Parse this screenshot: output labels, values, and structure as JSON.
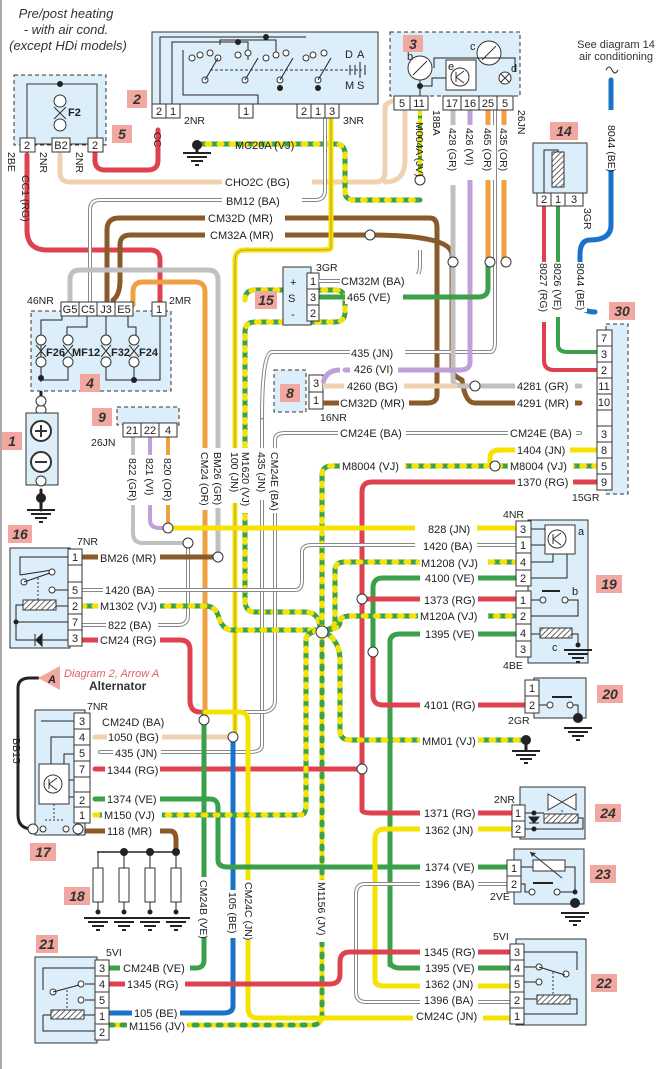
{
  "title": {
    "line1": "Pre/post heating",
    "line2": "- with air cond.",
    "line3": "(except HDi models)"
  },
  "note_top_right": {
    "line1": "See diagram 14",
    "line2": "air conditioning"
  },
  "alternator_ref": {
    "arrow_letter": "A",
    "reference": "Diagram 2, Arrow A",
    "label": "Alternator"
  },
  "components": {
    "c1": {
      "number": "1",
      "name": "battery"
    },
    "c2": {
      "number": "2",
      "name": "ignition switch",
      "switch_labels": [
        "D",
        "A",
        "M",
        "S"
      ]
    },
    "c3": {
      "number": "3",
      "name": "instrument panel",
      "sub_labels": [
        "b",
        "c",
        "d",
        "e"
      ]
    },
    "c4": {
      "number": "4",
      "name": "fuse box",
      "fuses": [
        "F26",
        "MF12",
        "F32",
        "F24"
      ]
    },
    "c5": {
      "number": "5",
      "name": "fuse",
      "fuse": "F2"
    },
    "c8": {
      "number": "8"
    },
    "c9": {
      "number": "9"
    },
    "c14": {
      "number": "14"
    },
    "c15": {
      "number": "15",
      "pin_labels": [
        "+",
        "S",
        "-"
      ]
    },
    "c16": {
      "number": "16"
    },
    "c17": {
      "number": "17"
    },
    "c18": {
      "number": "18"
    },
    "c19": {
      "number": "19",
      "sub_labels": [
        "a",
        "b",
        "c"
      ]
    },
    "c20": {
      "number": "20"
    },
    "c21": {
      "number": "21"
    },
    "c22": {
      "number": "22"
    },
    "c23": {
      "number": "23"
    },
    "c24": {
      "number": "24"
    },
    "c30": {
      "number": "30"
    }
  },
  "connectors": {
    "c5_left": "2BE",
    "c5_mid": "2NR",
    "c5_right": "2NR",
    "c2_left": "2NR",
    "c2_right": "3NR",
    "c3_a": "18BA",
    "c3_b": "26JN",
    "c14": "3GR",
    "c4_left": "46NR",
    "c4_right": "2MR",
    "c15": "3GR",
    "c8": "16NR",
    "c9": "26JN",
    "c30": "15GR",
    "c16": "7NR",
    "c19_top": "4NR",
    "c19_bottom": "4BE",
    "c20": "2GR",
    "c17": "7NR",
    "c24": "2NR",
    "c23": "2VE",
    "c22": "5VI",
    "c21": "5VI"
  },
  "pins": {
    "c5": [
      "2",
      "B2",
      "2"
    ],
    "c2_left": [
      "2",
      "1"
    ],
    "c2_mid": [
      "1"
    ],
    "c2_right": [
      "2",
      "1",
      "3"
    ],
    "c3": [
      "5",
      "11",
      "17",
      "16",
      "25",
      "5"
    ],
    "c14": [
      "2",
      "1",
      "3"
    ],
    "c4": [
      "G5",
      "C5",
      "J3",
      "E5",
      "1"
    ],
    "c15": [
      "1",
      "3",
      "2"
    ],
    "c8": [
      "3",
      "1"
    ],
    "c9": [
      "21",
      "22",
      "4"
    ],
    "c30": [
      "7",
      "3",
      "2",
      "11",
      "10",
      "",
      "3",
      "8",
      "5",
      "9"
    ],
    "c16": [
      "1",
      "",
      "5",
      "2",
      "7",
      "3"
    ],
    "c19": [
      "3",
      "1",
      "4",
      "2",
      "1",
      "2",
      "4",
      "3"
    ],
    "c20": [
      "1",
      "2"
    ],
    "c17": [
      "3",
      "4",
      "5",
      "7",
      "",
      "2",
      "1"
    ],
    "c24": [
      "1",
      "2"
    ],
    "c23": [
      "1",
      "2"
    ],
    "c22": [
      "3",
      "4",
      "5",
      "2",
      "1"
    ],
    "c21": [
      "3",
      "4",
      "5",
      "1",
      "2"
    ]
  },
  "wires": {
    "cc": "CC",
    "cc1": "CC1 (RG)",
    "mc20a": "MC20A (VJ)",
    "cho2c": "CHO2C (BG)",
    "bm12": "BM12 (BA)",
    "cm32d": "CM32D (MR)",
    "cm32a": "CM32A (MR)",
    "m004a": "M004A (JV)",
    "w428": "428 (GR)",
    "w426": "426 (VI)",
    "w465": "465 (OR)",
    "w435": "435 (OR)",
    "w8044": "8044 (BE)",
    "w8044b": "8044 (BE)",
    "w8027": "8027 (RG)",
    "w8026": "8026 (VE)",
    "cm32m": "CM32M (BA)",
    "w465ve": "465 (VE)",
    "w435jn": "435 (JN)",
    "w426vi": "426 (VI)",
    "w4260": "4260 (BG)",
    "cm32d_b": "CM32D (MR)",
    "w4281": "4281 (GR)",
    "w4291": "4291 (MR)",
    "cm24e_a": "CM24E (BA)",
    "cm24e_b": "CM24E (BA)",
    "w1404": "1404 (JN)",
    "m8004_a": "M8004 (VJ)",
    "m8004_b": "M8004 (VJ)",
    "w1370": "1370 (RG)",
    "w822gr": "822 (GR)",
    "w821": "821 (VI)",
    "w820": "820 (OR)",
    "cm24or": "CM24 (OR)",
    "bm26gr": "BM26 (GR)",
    "w100": "100 (JN)",
    "m1620": "M1620 (VJ)",
    "w435v": "435 (JN)",
    "cm24e_v": "CM24E (BA)",
    "w828": "828 (JN)",
    "bm26mr": "BM26 (MR)",
    "w1420_a": "1420 (BA)",
    "w1420_b": "1420 (BA)",
    "m1302": "M1302 (VJ)",
    "w822ba": "822 (BA)",
    "cm24rg": "CM24 (RG)",
    "m1208": "M1208 (VJ)",
    "w4100": "4100 (VE)",
    "w1373": "1373 (RG)",
    "m120a": "M120A (VJ)",
    "w1395_a": "1395 (VE)",
    "w4101": "4101 (RG)",
    "mm01": "MM01 (VJ)",
    "bb15": "BB15",
    "cm24d": "CM24D (BA)",
    "w1050": "1050 (BG)",
    "w435_17": "435 (JN)",
    "w1344": "1344 (RG)",
    "w1374_a": "1374 (VE)",
    "m150": "M150 (VJ)",
    "w118": "118 (MR)",
    "w1371": "1371 (RG)",
    "w1362_a": "1362 (JN)",
    "w1374_b": "1374 (VE)",
    "w1396_a": "1396 (BA)",
    "cm24b_v": "CM24B (VE)",
    "w105_v": "105 (BE)",
    "cm24c_v": "CM24C (JN)",
    "m1156_v": "M1156 (JV)",
    "w1345_a": "1345 (RG)",
    "w1395_b": "1395 (VE)",
    "w1362_b": "1362 (JN)",
    "w1396_b": "1396 (BA)",
    "cm24c": "CM24C (JN)",
    "cm24b": "CM24B (VE)",
    "w1345_b": "1345 (RG)",
    "w105": "105 (BE)",
    "m1156": "M1156 (JV)"
  },
  "colors": {
    "red": "#e0414f",
    "green": "#3aa04a",
    "yellow": "#f5e200",
    "brown": "#8b5a2b",
    "beige": "#f0d2b0",
    "grey": "#c0c0c0",
    "violet": "#c0a0d8",
    "orange": "#f0a040",
    "blue": "#1a73c8",
    "black": "#222222",
    "component_fill": "#dceefa",
    "badge": "#f2a8a0"
  }
}
